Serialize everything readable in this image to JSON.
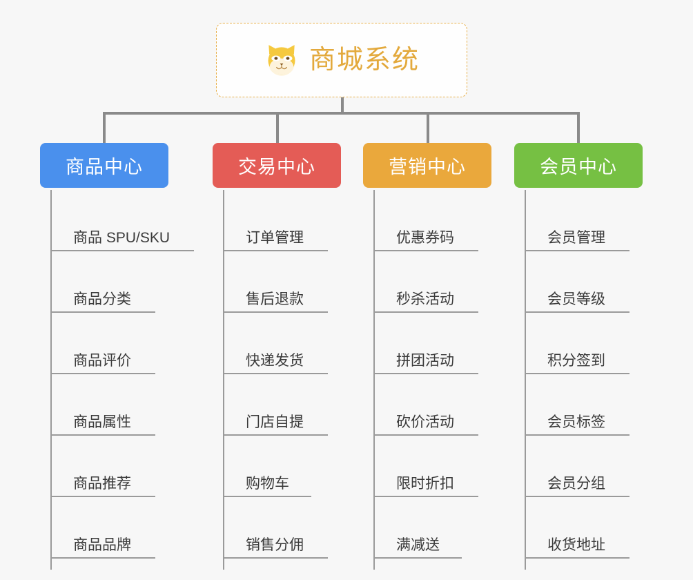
{
  "root": {
    "title": "商城系统",
    "icon": "shiba-dog-icon",
    "title_color": "#e3a93c",
    "border_color": "#e8b04a"
  },
  "columns": [
    {
      "id": "product-center",
      "label": "商品中心",
      "color": "#4a90ed",
      "items": [
        {
          "label": "商品 SPU/SKU",
          "underline_width": 208
        },
        {
          "label": "商品分类",
          "underline_width": 152
        },
        {
          "label": "商品评价",
          "underline_width": 152
        },
        {
          "label": "商品属性",
          "underline_width": 152
        },
        {
          "label": "商品推荐",
          "underline_width": 152
        },
        {
          "label": "商品品牌",
          "underline_width": 152
        }
      ]
    },
    {
      "id": "trade-center",
      "label": "交易中心",
      "color": "#e45c56",
      "items": [
        {
          "label": "订单管理",
          "underline_width": 152
        },
        {
          "label": "售后退款",
          "underline_width": 152
        },
        {
          "label": "快递发货",
          "underline_width": 152
        },
        {
          "label": "门店自提",
          "underline_width": 152
        },
        {
          "label": "购物车",
          "underline_width": 128
        },
        {
          "label": "销售分佣",
          "underline_width": 152
        }
      ]
    },
    {
      "id": "marketing-center",
      "label": "营销中心",
      "color": "#eaa83c",
      "items": [
        {
          "label": "优惠券码",
          "underline_width": 152
        },
        {
          "label": "秒杀活动",
          "underline_width": 152
        },
        {
          "label": "拼团活动",
          "underline_width": 152
        },
        {
          "label": "砍价活动",
          "underline_width": 152
        },
        {
          "label": "限时折扣",
          "underline_width": 152
        },
        {
          "label": "满减送",
          "underline_width": 128
        }
      ]
    },
    {
      "id": "member-center",
      "label": "会员中心",
      "color": "#76c043",
      "items": [
        {
          "label": "会员管理",
          "underline_width": 152
        },
        {
          "label": "会员等级",
          "underline_width": 152
        },
        {
          "label": "积分签到",
          "underline_width": 152
        },
        {
          "label": "会员标签",
          "underline_width": 152
        },
        {
          "label": "会员分组",
          "underline_width": 152
        },
        {
          "label": "收货地址",
          "underline_width": 152
        }
      ]
    }
  ]
}
